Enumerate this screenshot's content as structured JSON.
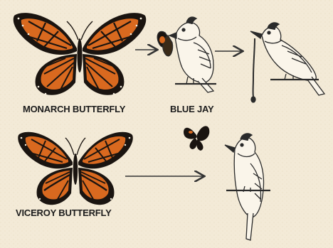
{
  "labels": {
    "monarch": "MONARCH BUTTERFLY",
    "blue_jay": "BLUE JAY",
    "viceroy": "VICEROY BUTTERFLY"
  },
  "colors": {
    "background": "#f3ead7",
    "wing_orange": "#d9691f",
    "wing_black": "#1a1410",
    "bird_ink": "#2a2a2a",
    "arrow": "#333333"
  },
  "icons": [
    "monarch-butterfly",
    "viceroy-butterfly",
    "blue-jay",
    "arrow"
  ]
}
